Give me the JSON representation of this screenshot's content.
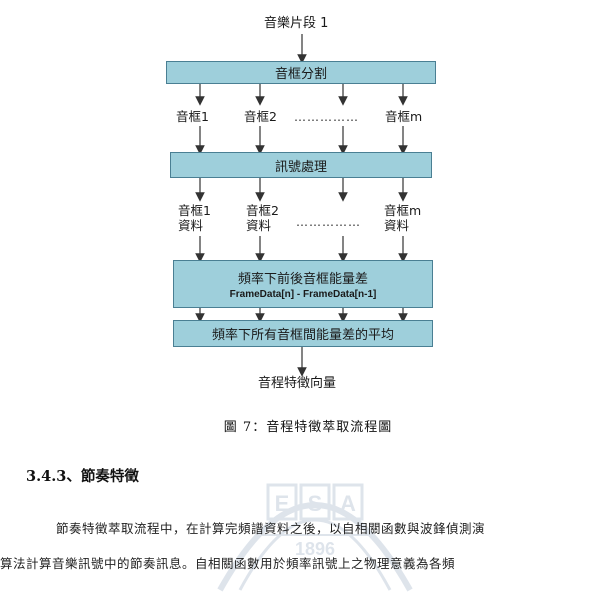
{
  "flowchart": {
    "top_label": "音樂片段 1",
    "step1": "音框分割",
    "frames1": {
      "first": "音框1",
      "second": "音框2",
      "last": "音框m",
      "ellipsis": "……………"
    },
    "step2": "訊號處理",
    "frames2": {
      "first": "音框1",
      "first_sub": "資料",
      "second": "音框2",
      "second_sub": "資料",
      "last": "音框m",
      "last_sub": "資料",
      "ellipsis": "……………"
    },
    "step3": "頻率下前後音框能量差",
    "step3_formula": "FrameData[n] - FrameData[n-1]",
    "step4": "頻率下所有音框間能量差的平均",
    "output": "音程特徵向量"
  },
  "caption": "圖 7：音程特徵萃取流程圖",
  "section_heading": "3.4.3、節奏特徵",
  "paragraph": {
    "line1": "節奏特徵萃取流程中，在計算完頻譜資料之後，以自相關函數與波鋒偵測演",
    "line2": "算法計算音樂訊號中的節奏訊息。自相關函數用於頻率訊號上之物理意義為各頻"
  },
  "watermark": {
    "letters": [
      "E",
      "S",
      "A"
    ],
    "year": "1896"
  },
  "colors": {
    "box_fill": "#9ecfdb",
    "box_border": "#4a7f93",
    "arrow": "#333333"
  }
}
